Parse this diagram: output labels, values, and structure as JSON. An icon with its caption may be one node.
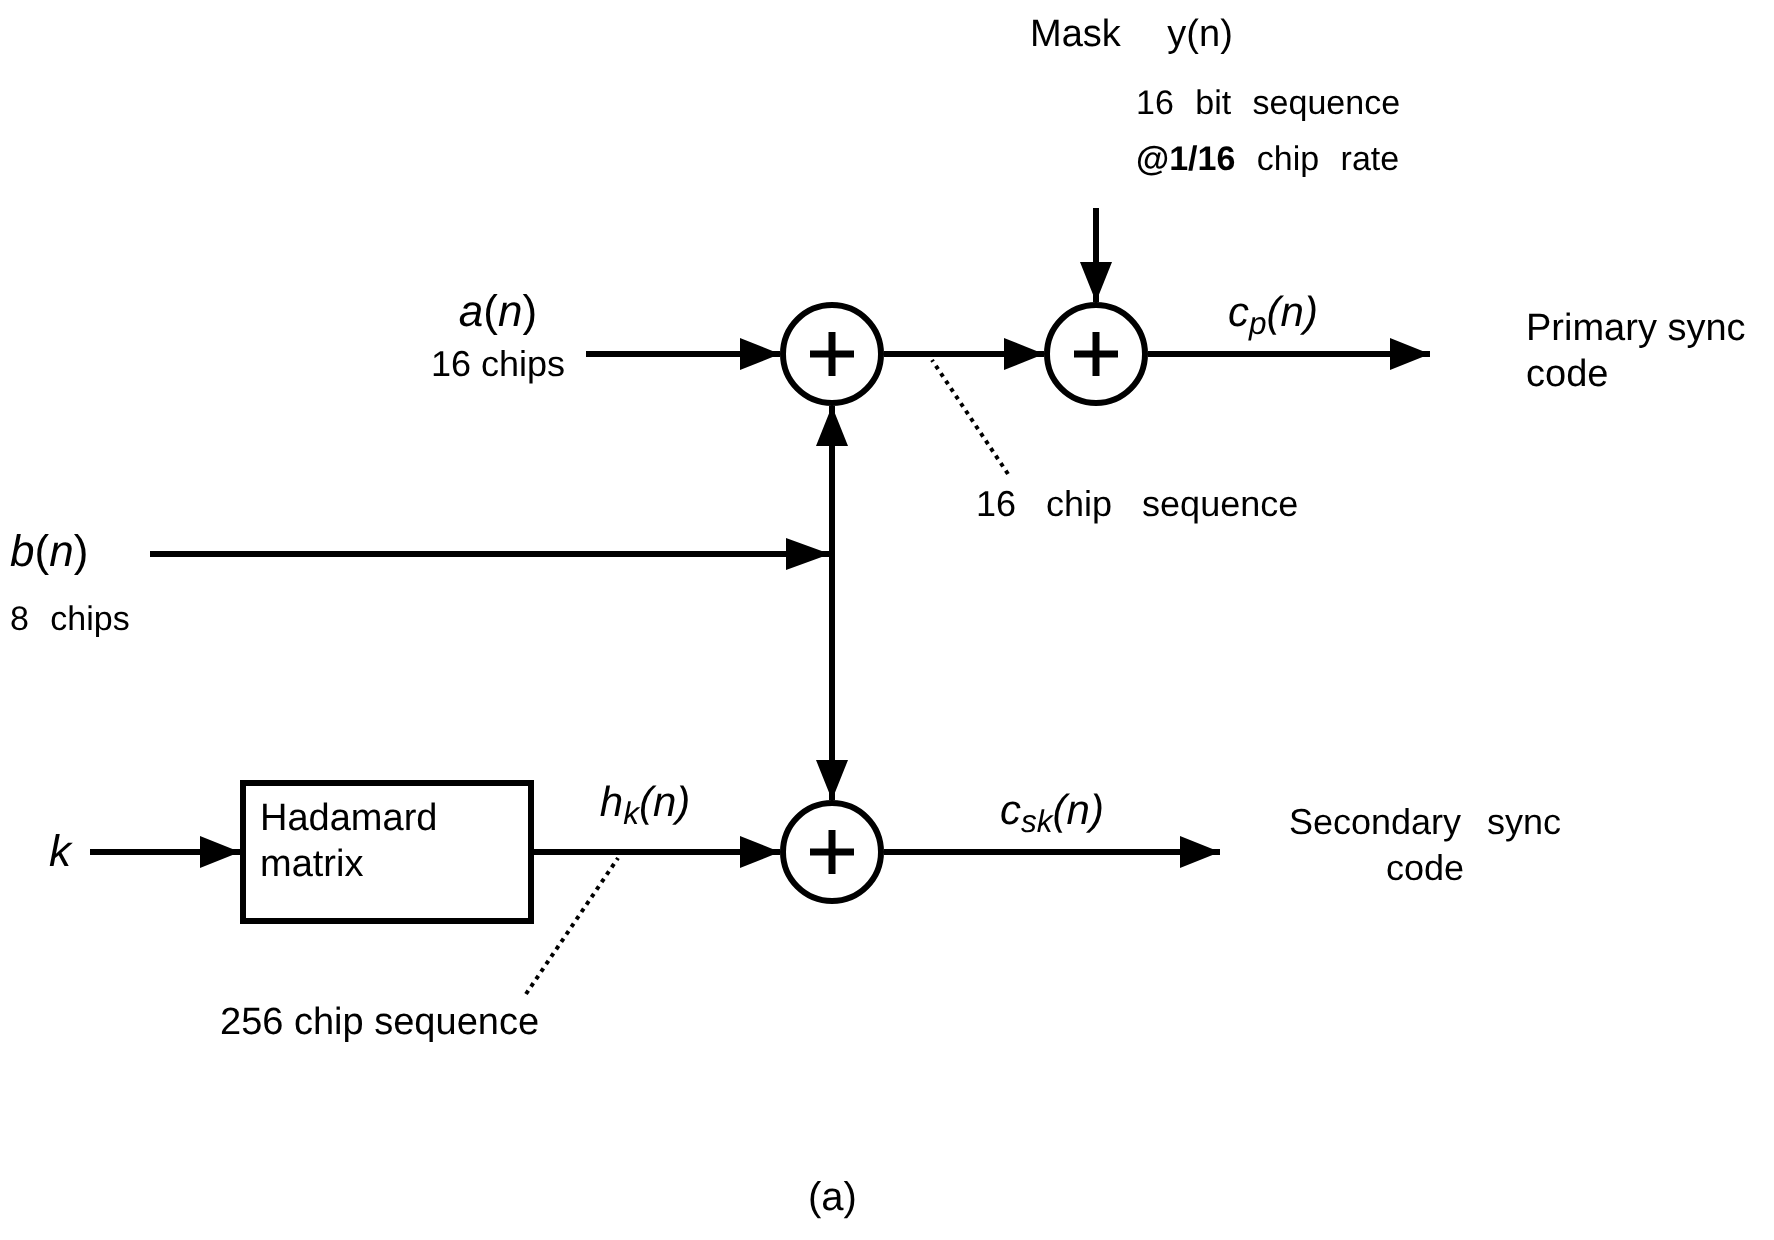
{
  "diagram": {
    "caption": "(a)",
    "nodes": [
      {
        "text": [
          "*a*(*n*)",
          "16 chips"
        ]
      },
      {
        "text": [],
        "shape": "circle"
      },
      {
        "text": [],
        "shape": "circle"
      },
      {
        "text": [
          "Mask y(n)",
          "16 bit sequence **@1/16** chip rate"
        ]
      },
      {
        "text": [
          "Primary sync code"
        ]
      },
      {
        "text": [
          "*b*(*n*)",
          "8 chips"
        ]
      },
      {
        "text": [
          "k"
        ]
      },
      {
        "text": [
          "Hadamard matrix"
        ]
      },
      {
        "text": [],
        "shape": "circle"
      },
      {
        "text": [
          "Secondary sync code"
        ]
      },
      {
        "text": [
          "16 chip sequence"
        ]
      },
      {
        "text": [
          "256 chip sequence"
        ]
      }
    ],
    "edges": [
      {
        "from": 0,
        "to": 1,
        "arrow": "to"
      },
      {
        "from": 1,
        "to": 2,
        "arrow": "to"
      },
      {
        "from": 3,
        "to": 2,
        "arrow": "to"
      },
      {
        "from": 2,
        "to": 4,
        "arrow": "to",
        "label": "c$_{p}$(n)"
      },
      {
        "from": 5,
        "to": 1,
        "arrow": "to"
      },
      {
        "from": 5,
        "to": 8,
        "arrow": "to"
      },
      {
        "from": 6,
        "to": 7,
        "arrow": "to"
      },
      {
        "from": 7,
        "to": 8,
        "arrow": "to",
        "label": "h$_{k}$(n)"
      },
      {
        "from": 8,
        "to": 9,
        "arrow": "to",
        "label": "c$_{sk}$(n)"
      },
      {
        "from": 10,
        "to": null,
        "arrow": "none",
        "style": "dashed"
      },
      {
        "from": 11,
        "to": null,
        "arrow": "none",
        "style": "dashed"
      }
    ]
  }
}
